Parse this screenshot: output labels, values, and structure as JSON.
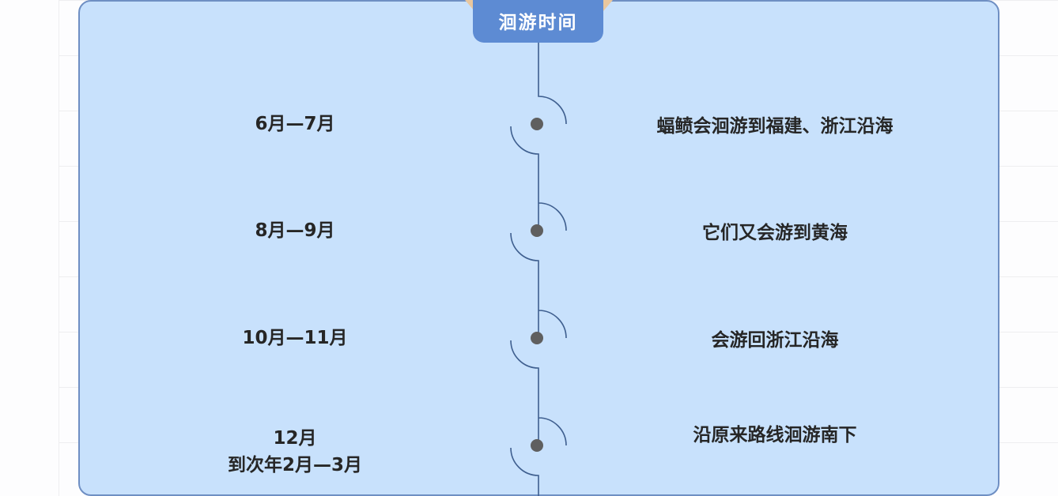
{
  "title": "洄游时间",
  "events": [
    {
      "time": [
        "6月—7月"
      ],
      "desc": "蝠鲼会洄游到福建、浙江沿海"
    },
    {
      "time": [
        "8月—9月"
      ],
      "desc": "它们又会游到黄海"
    },
    {
      "time": [
        "10月—11月"
      ],
      "desc": "会游回浙江沿海"
    },
    {
      "time": [
        "12月",
        "到次年2月—3月"
      ],
      "desc": "沿原来路线洄游南下"
    }
  ],
  "colors": {
    "panel": "#c8e1fc",
    "tab": "#5d8bd3",
    "line": "#3f5f8f",
    "dot": "#5f5f5f"
  }
}
